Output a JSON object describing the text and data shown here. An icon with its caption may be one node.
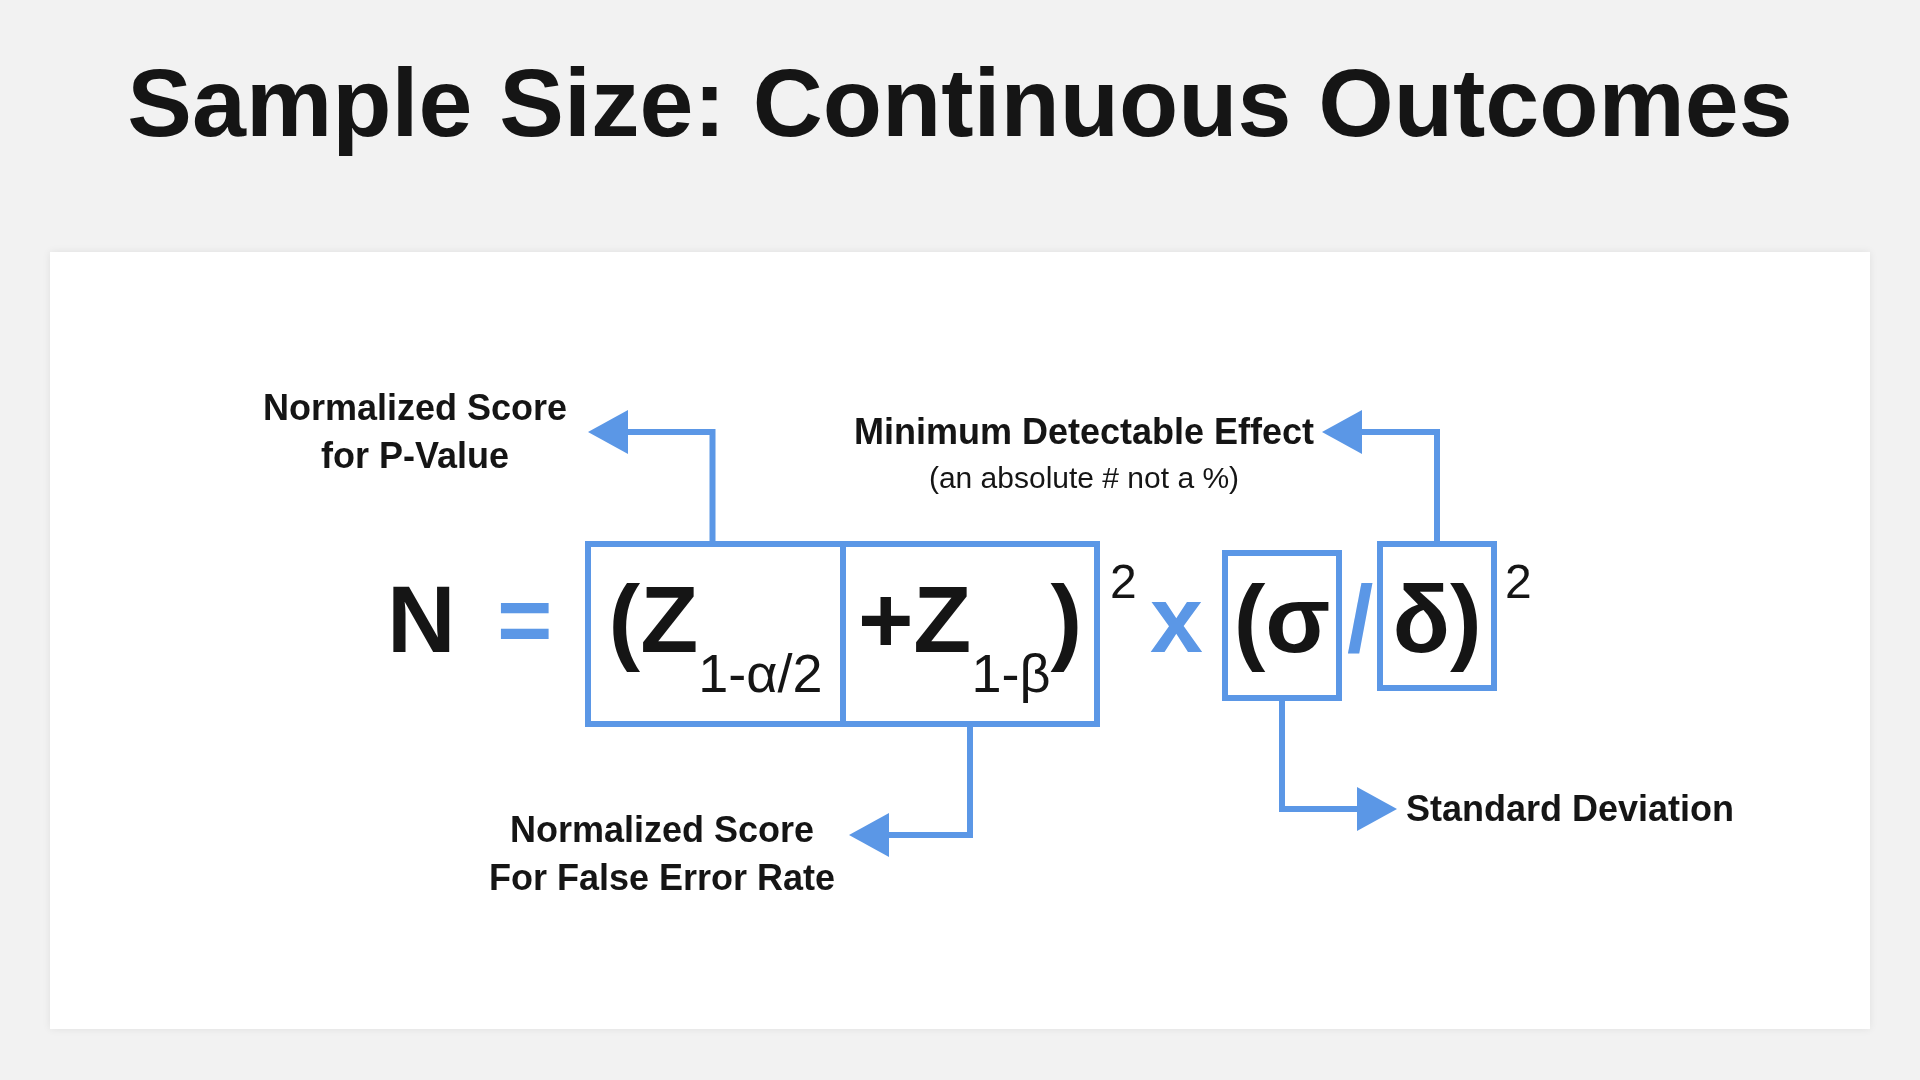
{
  "diagram": {
    "title": "Sample Size: Continuous Outcomes",
    "nodes": [
      {
        "text": [
          "Normalized Score for P-Value"
        ]
      },
      {
        "text": [
          "Minimum Detectable Effect",
          "(an absolute # not a %)"
        ]
      },
      {
        "text": [
          "(Z$_{1-α/2}$"
        ]
      },
      {
        "text": [
          "+Z$_{1-β}$)"
        ]
      },
      {
        "text": [
          "(σ"
        ]
      },
      {
        "text": [
          "δ)"
        ]
      },
      {
        "text": [
          "Normalized Score For False Error Rate"
        ]
      },
      {
        "text": [
          "Standard Deviation"
        ]
      }
    ],
    "edges": [
      {
        "from": 2,
        "to": 0,
        "arrow": "to"
      },
      {
        "from": 5,
        "to": 1,
        "arrow": "to"
      },
      {
        "from": 3,
        "to": 6,
        "arrow": "to"
      },
      {
        "from": 4,
        "to": 7,
        "arrow": "to"
      }
    ],
    "labels": [
      "N",
      "=",
      "2",
      "x",
      "/",
      "2"
    ]
  }
}
